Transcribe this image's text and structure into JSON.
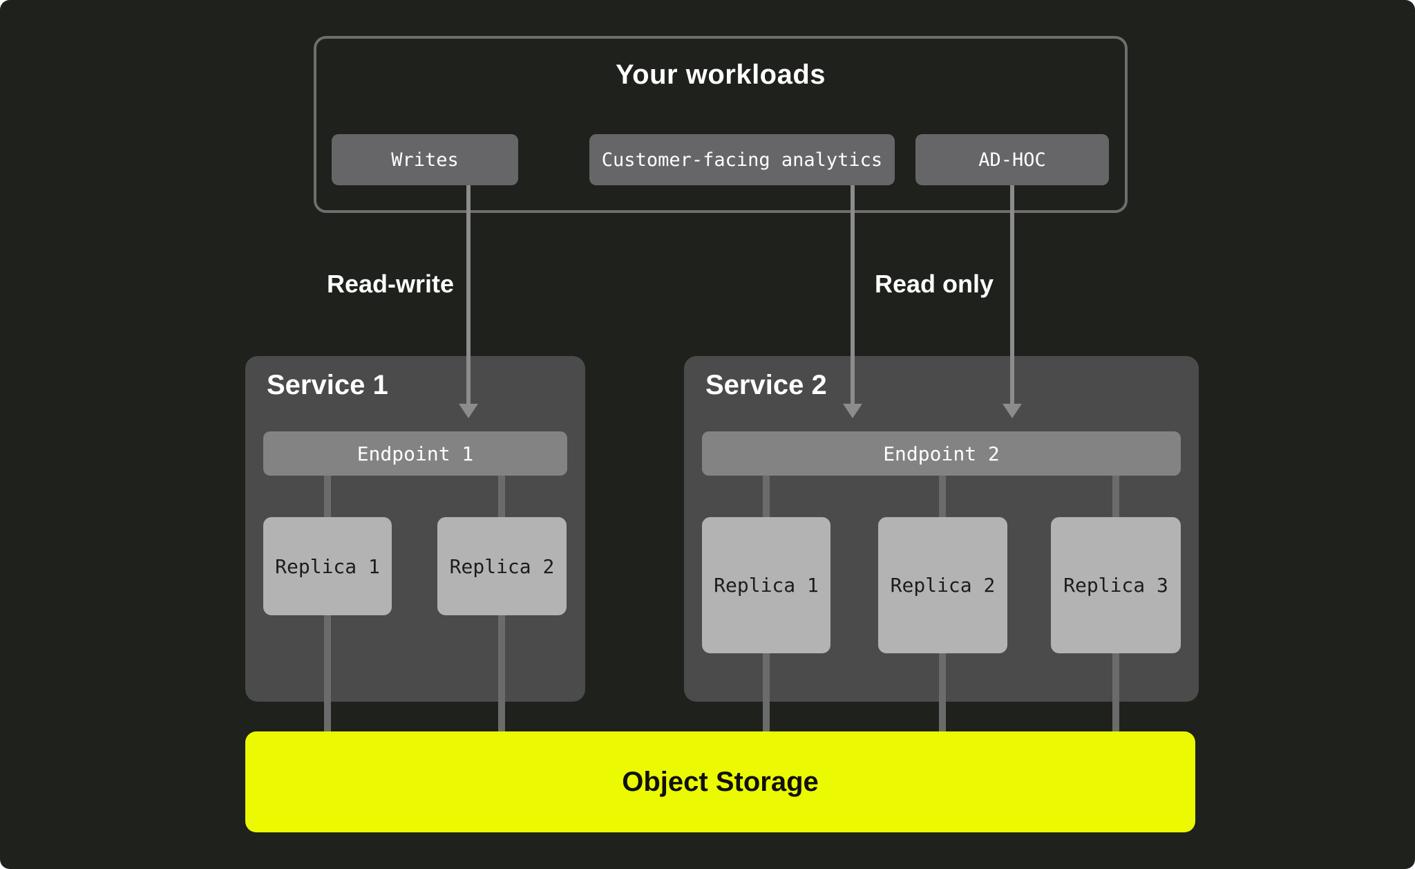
{
  "diagram": {
    "workloads": {
      "title": "Your workloads",
      "chips": [
        {
          "label": "Writes"
        },
        {
          "label": "Customer-facing analytics"
        },
        {
          "label": "AD-HOC"
        }
      ]
    },
    "flow_labels": {
      "read_write": "Read-write",
      "read_only": "Read only"
    },
    "services": [
      {
        "title": "Service 1",
        "endpoint": "Endpoint 1",
        "replicas": [
          "Replica 1",
          "Replica 2"
        ]
      },
      {
        "title": "Service 2",
        "endpoint": "Endpoint 2",
        "replicas": [
          "Replica 1",
          "Replica 2",
          "Replica 3"
        ]
      }
    ],
    "storage": {
      "label": "Object Storage"
    },
    "colors": {
      "background": "#1F211C",
      "accent_yellow": "#EBFA00",
      "workload_chip": "#666668",
      "service_box": "#4B4B4B",
      "endpoint_bar": "#838383",
      "replica_box": "#B3B3B3",
      "arrow": "#8C8C8C",
      "connector": "#6B6B6B"
    }
  }
}
